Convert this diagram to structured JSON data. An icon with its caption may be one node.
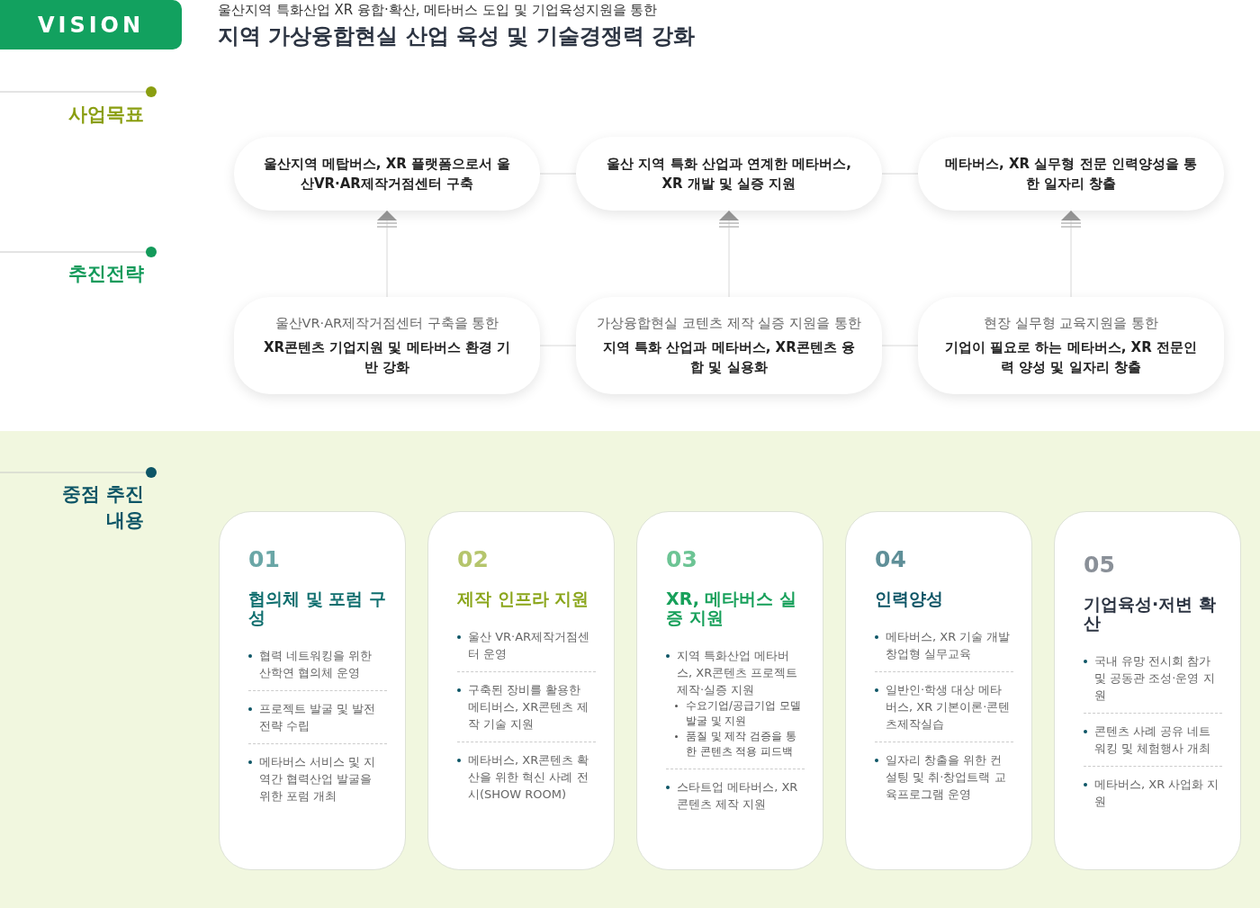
{
  "diagram": {
    "title": "지역 가상융합현실 산업 육성 및 기술경쟁력 강화",
    "nodes": [
      {
        "text": [
          "VISION"
        ]
      },
      {
        "text": [
          "울산지역 메탑버스, XR 플랫폼으로서 울산VR·AR제작거점센터 구축"
        ]
      },
      {
        "text": [
          "울산 지역 특화 산업과 연계한 메타버스, XR 개발 및 실증 지원"
        ]
      },
      {
        "text": [
          "메타버스, XR 실무형 전문 인력양성을 통한 일자리 창출"
        ]
      },
      {
        "text": [
          "울산VR·AR제작거점센터 구축을 통한",
          "XR콘텐츠 기업지원 및 메타버스 환경 기반 강화"
        ]
      },
      {
        "text": [
          "가상융합현실 코텐츠 제작 실증 지원을 통한",
          "지역 특화 산업과 메타버스, XR콘텐츠 융합 및 실용화"
        ]
      },
      {
        "text": [
          "현장 실무형 교육지원을 통한",
          "기업이 필요로 하는 메타버스, XR 전문인력 양성 및 일자리 창출"
        ]
      },
      {
        "text": [
          "01",
          "협의체 및 포럼 구성",
          "협력 네트워킹을 위한 산학연 협의체 운영",
          "프로젝트 발굴 및 발전전략 수립",
          "메타버스 서비스 및 지역간 협력산업 발굴을 위한 포럼 개최"
        ]
      },
      {
        "text": [
          "02",
          "제작 인프라 지원",
          "울산 VR·AR제작거점센터 운영",
          "구축된 장비를 활용한 메티버스, XR콘텐츠 제작 기술 지원",
          "메타버스, XR콘텐츠 확산을 위한 혁신 사례 전시(SHOW ROOM)"
        ]
      },
      {
        "text": [
          "03",
          "XR, 메타버스 실증 지원",
          "지역 특화산업 메타버스, XR콘텐츠 프로젝트 제작·실증 지원",
          "수요기업/공급기업 모델 발굴 및 지원",
          "품질 및 제작 검증을 통한 콘텐츠 적용 피드백",
          "스타트업 메타버스, XR 콘텐츠 제작 지원"
        ]
      },
      {
        "text": [
          "04",
          "인력양성",
          "메타버스, XR 기술 개발 창업형 실무교육",
          "일반인·학생 대상 메타버스, XR 기본이론·콘텐츠제작실습",
          "일자리 창출을 위한 컨설팅 및 취·창업트랙 교육프로그램 운영"
        ]
      },
      {
        "text": [
          "05",
          "기업육성·저변 확산",
          "국내 유망 전시회 참가 및 공동관 조성·운영 지원",
          "콘텐츠 사례 공유 네트워킹 및 체험행사 개최",
          "메타버스, XR 사업화 지원"
        ]
      }
    ],
    "edges": [
      {
        "from": 1,
        "to": 2,
        "arrow": "none"
      },
      {
        "from": 2,
        "to": 3,
        "arrow": "none"
      },
      {
        "from": 4,
        "to": 1,
        "arrow": "to"
      },
      {
        "from": 5,
        "to": 2,
        "arrow": "to"
      },
      {
        "from": 6,
        "to": 3,
        "arrow": "to"
      },
      {
        "from": 4,
        "to": 5,
        "arrow": "none"
      },
      {
        "from": 5,
        "to": 6,
        "arrow": "none"
      }
    ],
    "labels": [
      "울산지역 특화산업 XR 융합·확산, 메타버스 도입 및 기업육성지원을 통한",
      "사업목표",
      "추진전략",
      "중점 추진내용"
    ]
  }
}
